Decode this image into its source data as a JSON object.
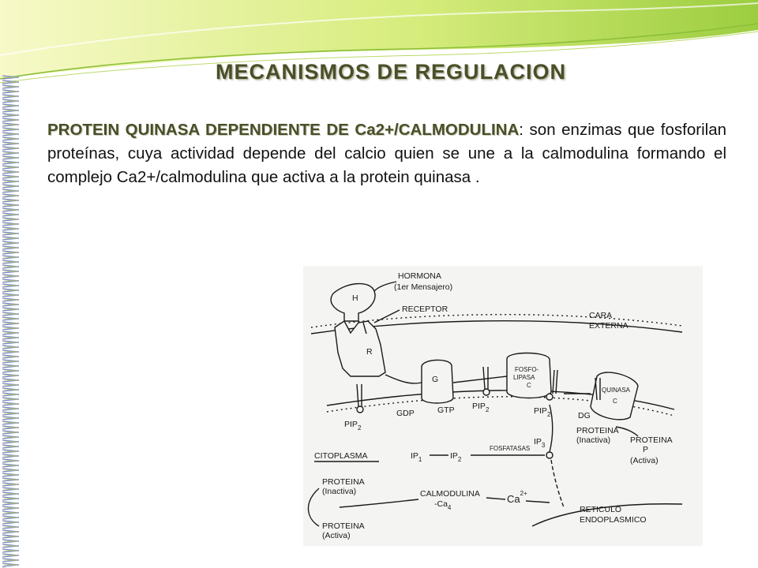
{
  "title": "MECANISMOS DE REGULACION",
  "paragraph": {
    "lead": "PROTEIN QUINASA DEPENDIENTE DE Ca2+/CALMODULINA",
    "rest": ": son enzimas que fosforilan  proteínas, cuya actividad depende del calcio quien se une a la calmodulina  formando el complejo Ca2+/calmodulina que  activa a la protein quinasa ."
  },
  "diagram": {
    "hormona": "HORMONA",
    "mensajero": "(1er Mensajero)",
    "receptor_label": "RECEPTOR",
    "h": "H",
    "r": "R",
    "cara": "CARA",
    "externa": "EXTERNA",
    "g": "G",
    "fosfo": "FOSFO-",
    "lipasa": "LIPASA",
    "c_lipasa": "C",
    "quinasa": "QUINASA",
    "c_quinasa": "C",
    "gdp": "GDP",
    "gtp": "GTP",
    "pip2_a": "PIP",
    "pip2_b": "PIP",
    "pip2_c": "PIP",
    "sub2": "2",
    "dg": "DG",
    "proteina_inactiva_top": "PROTEINA",
    "inactiva_top": "(Inactiva)",
    "proteina_p": "PROTEINA",
    "p": "P",
    "activa_top": "(Activa)",
    "ip3": "IP",
    "sub3": "3",
    "fosfatasas": "FOSFATASAS",
    "ip2": "IP",
    "ip1": "IP",
    "sub1": "1",
    "citoplasma": "CITOPLASMA",
    "proteina_inactiva": "PROTEINA",
    "inactiva": "(Inactiva)",
    "calmodulina": "CALMODULINA",
    "ca4": "-Ca",
    "sub4": "4",
    "ca": "Ca",
    "sup2plus": "2+",
    "reticulo": "RETICULO",
    "endoplasmico": "ENDOPLASMICO",
    "proteina_activa": "PROTEINA",
    "activa": "(Activa)"
  },
  "colors": {
    "title": "#4a4f27",
    "accent": "#8bc34a",
    "border": "#7b86c8"
  }
}
